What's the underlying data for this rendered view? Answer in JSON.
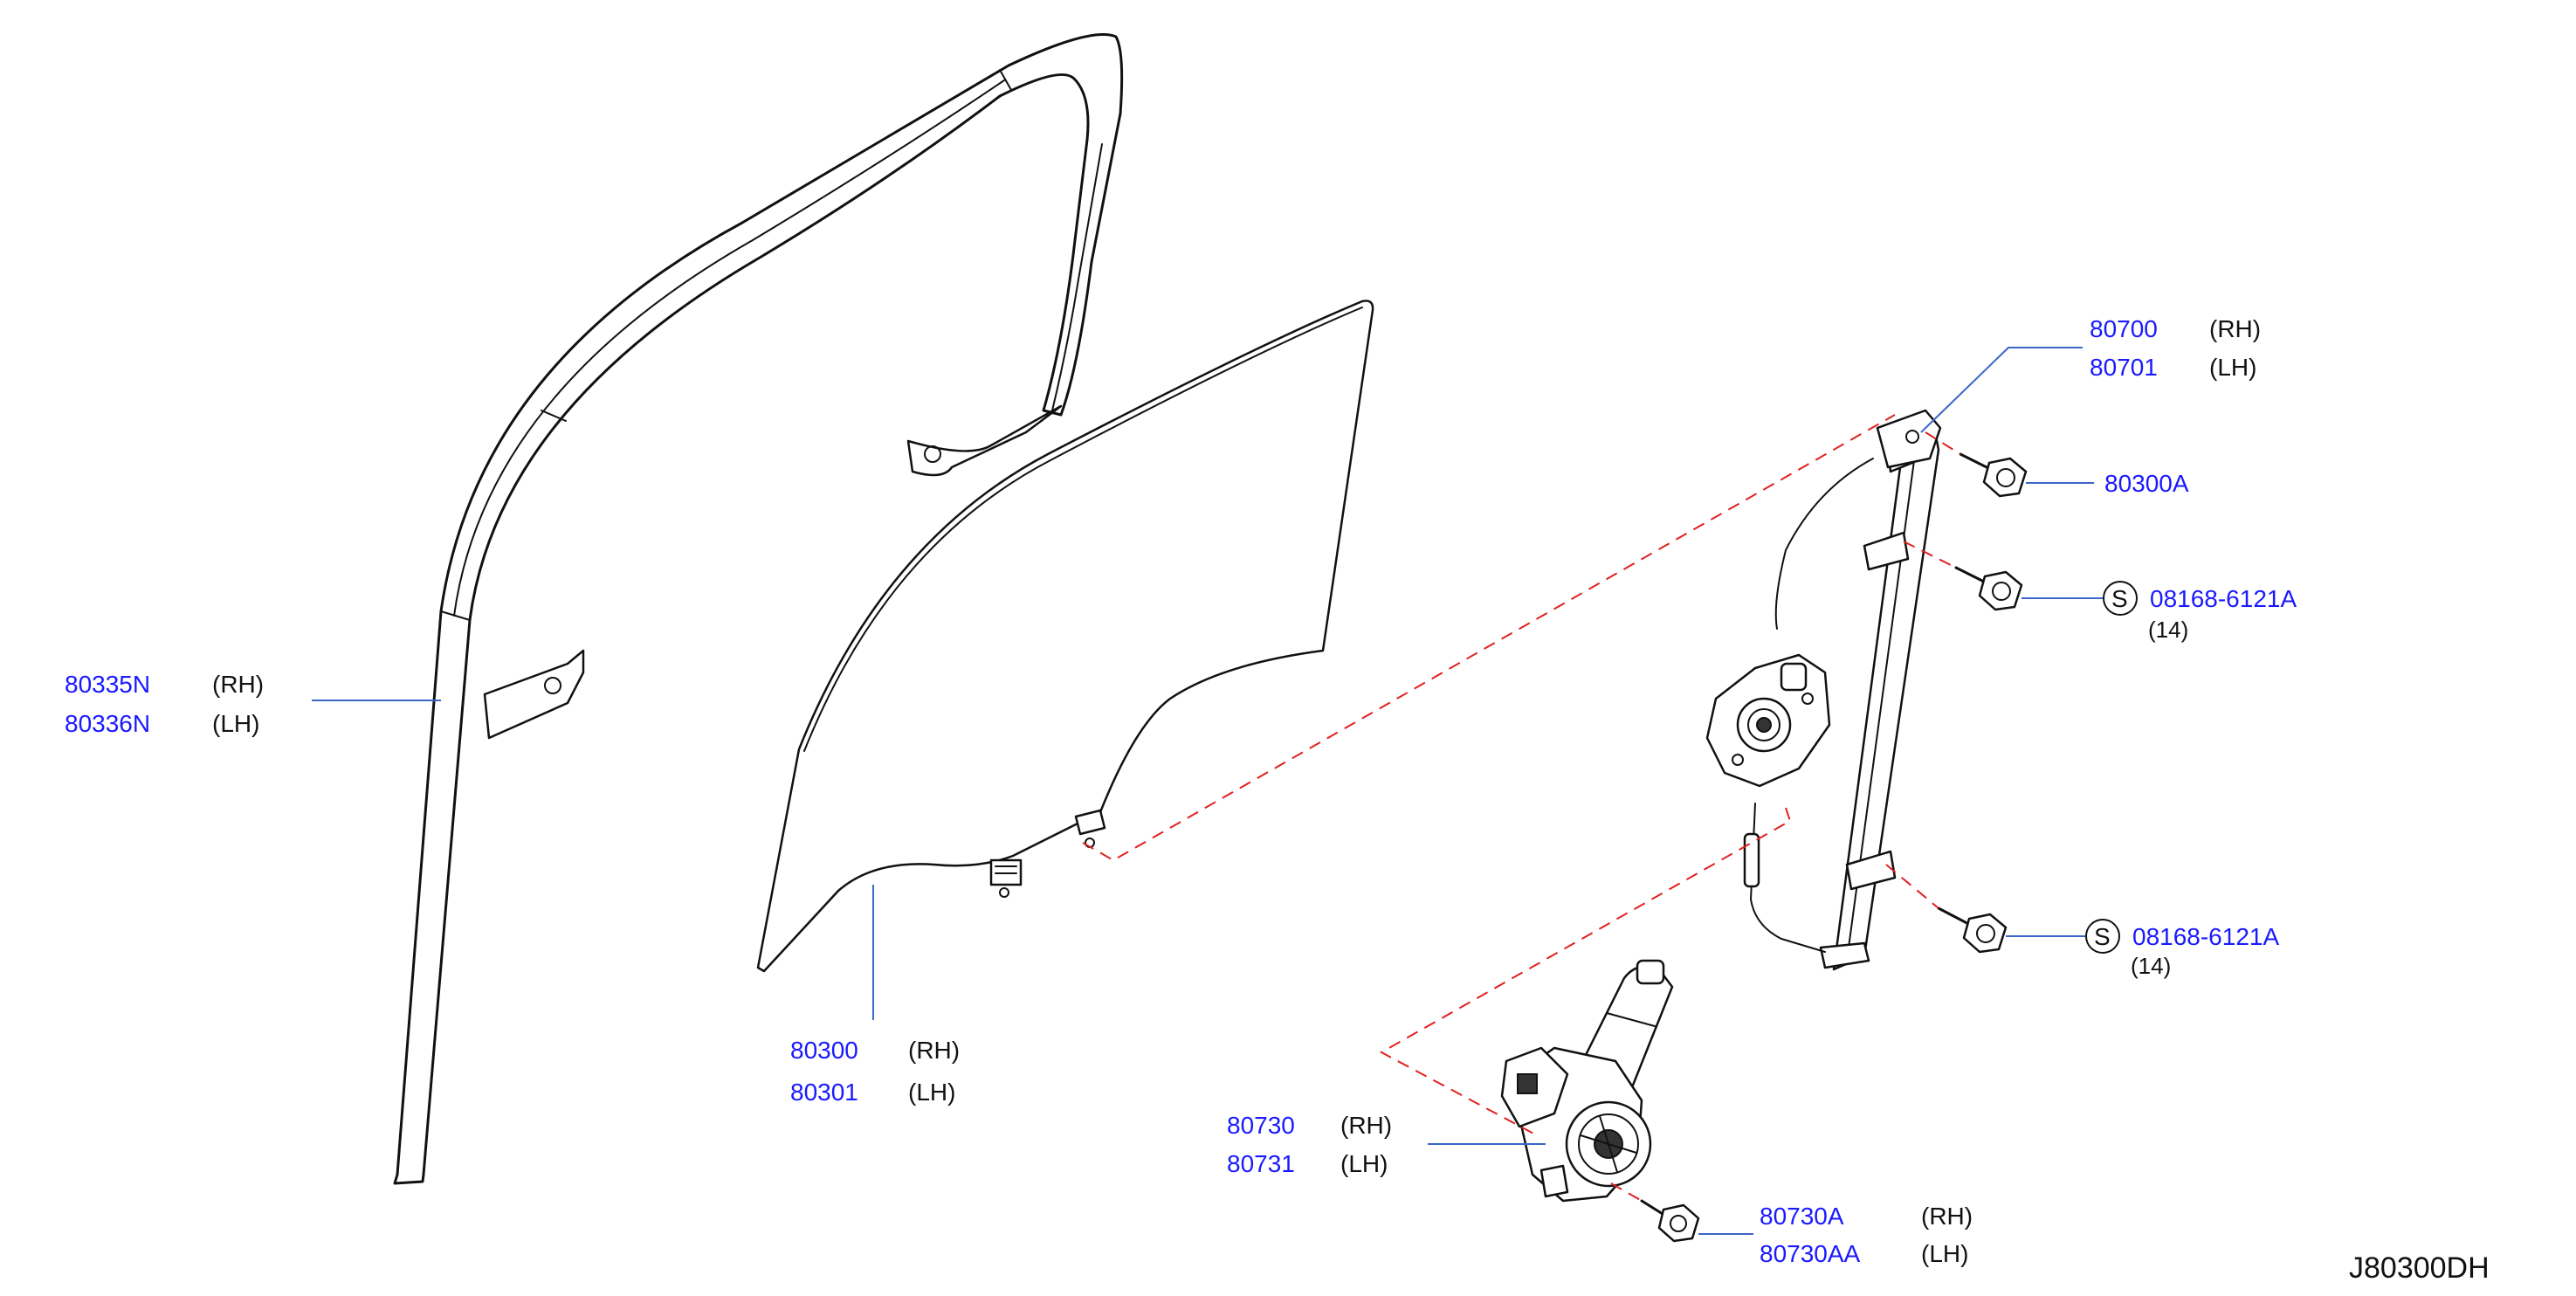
{
  "parts": {
    "sash": {
      "rh_no": "80335N",
      "rh_side": "(RH)",
      "lh_no": "80336N",
      "lh_side": "(LH)"
    },
    "glass": {
      "rh_no": "80300",
      "rh_side": "(RH)",
      "lh_no": "80301",
      "lh_side": "(LH)"
    },
    "regulator": {
      "rh_no": "80700",
      "rh_side": "(RH)",
      "lh_no": "80701",
      "lh_side": "(LH)"
    },
    "glass_bolt": {
      "no": "80300A"
    },
    "reg_bolt_upper": {
      "symbol": "S",
      "no": "08168-6121A",
      "qty": "(14)"
    },
    "reg_bolt_lower": {
      "symbol": "S",
      "no": "08168-6121A",
      "qty": "(14)"
    },
    "motor": {
      "rh_no": "80730",
      "rh_side": "(RH)",
      "lh_no": "80731",
      "lh_side": "(LH)"
    },
    "motor_bolt": {
      "rh_no": "80730A",
      "rh_side": "(RH)",
      "lh_no": "80730AA",
      "lh_side": "(LH)"
    }
  },
  "diagram_code": "J80300DH",
  "icons": [
    "sash-icon",
    "door-glass-icon",
    "window-regulator-icon",
    "regulator-motor-icon",
    "bolt-icon"
  ]
}
